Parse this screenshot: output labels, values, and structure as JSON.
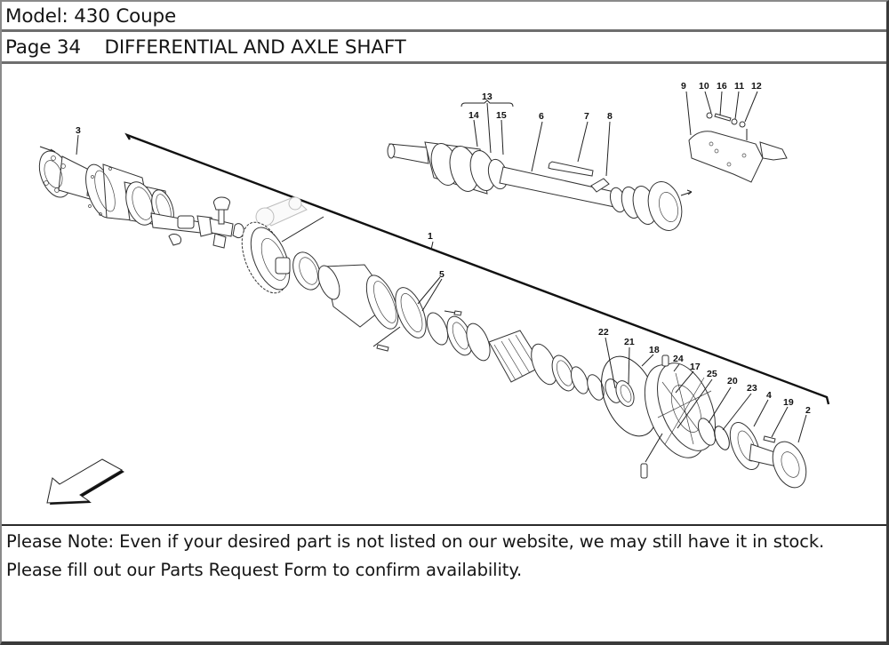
{
  "header": {
    "model_label": "Model:",
    "model_value": "430 Coupe",
    "page_label": "Page 34",
    "page_title": "DIFFERENTIAL AND AXLE SHAFT"
  },
  "diagram": {
    "description": "Exploded view of differential and axle shaft",
    "callouts": {
      "c1": "1",
      "c2": "2",
      "c3": "3",
      "c4": "4",
      "c5": "5",
      "c6": "6",
      "c7": "7",
      "c8": "8",
      "c9": "9",
      "c10": "10",
      "c11": "11",
      "c12": "12",
      "c13": "13",
      "c14": "14",
      "c15": "15",
      "c16": "16",
      "c17": "17",
      "c18": "18",
      "c19": "19",
      "c20": "20",
      "c21": "21",
      "c22": "22",
      "c23": "23",
      "c24": "24",
      "c25": "25"
    },
    "direction_icon": "arrow-down-left-icon"
  },
  "note": {
    "line1": "Please Note: Even if your desired part is not listed on our website, we may still have it in stock.",
    "line2": "Please fill out our Parts Request Form to confirm availability."
  }
}
